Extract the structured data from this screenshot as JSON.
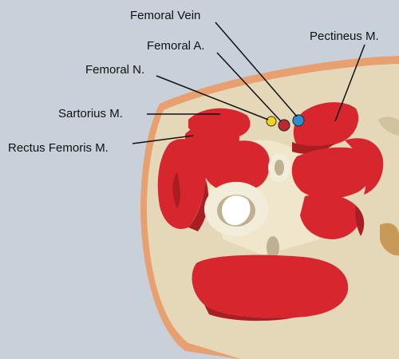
{
  "labels": {
    "femoral_vein": "Femoral Vein",
    "femoral_artery": "Femoral A.",
    "femoral_nerve": "Femoral N.",
    "pectineus": "Pectineus M.",
    "sartorius": "Sartorius M.",
    "rectus_femoris": "Rectus Femoris M."
  },
  "colors": {
    "background": "#c8d1d9",
    "skin_outline": "#e8a070",
    "fat": "#e5d8b8",
    "muscle": "#d7262d",
    "muscle_shadow": "#a81e22",
    "bone_cortex": "#f2ecda",
    "bone_marrow": "#bfb092",
    "artery": "#c0272d",
    "vein": "#2a8fd0",
    "nerve": "#f2d21a",
    "leader_line": "#111111"
  }
}
